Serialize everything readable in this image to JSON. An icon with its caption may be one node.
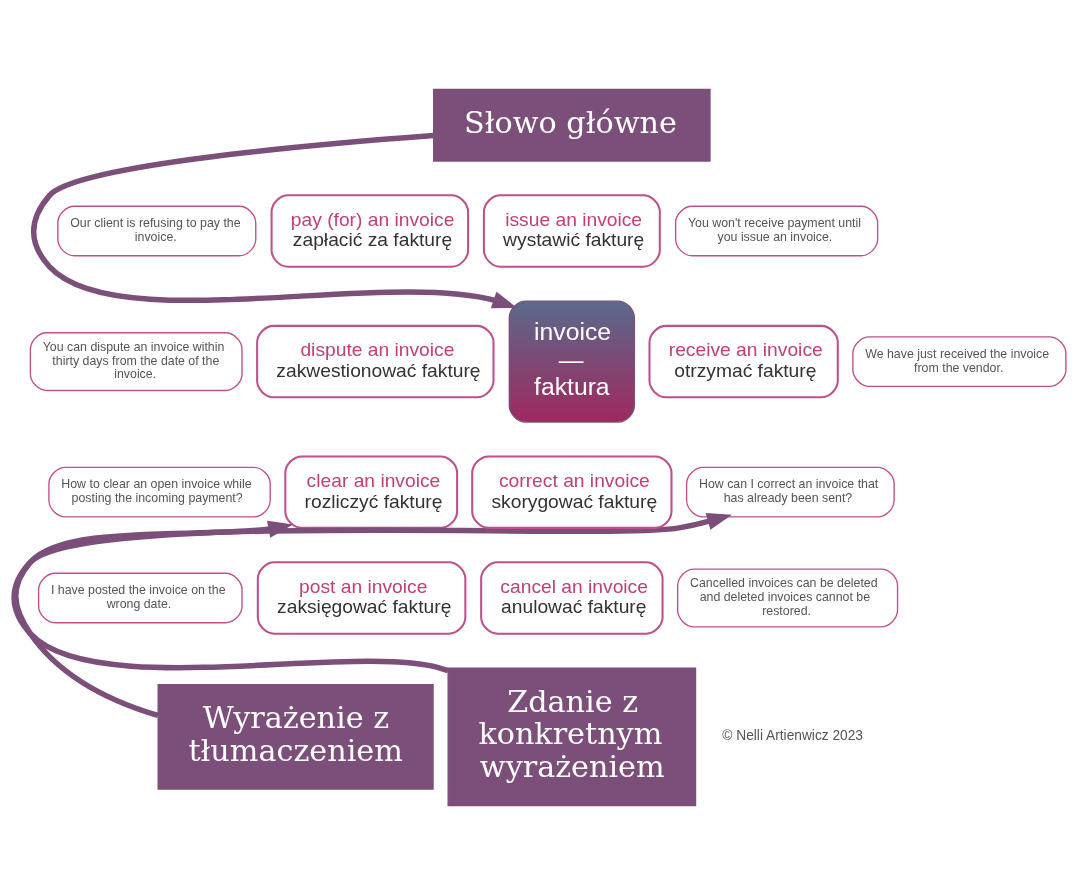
{
  "diagram": {
    "nodes": [
      {
        "text": [
          "Słowo główne"
        ]
      },
      {
        "text": [
          "Wyrażenie z tłumaczeniem"
        ]
      },
      {
        "text": [
          "Zdanie z konkretnym wyrażeniem"
        ]
      },
      {
        "text": [
          "invoice",
          "—",
          "faktura"
        ]
      },
      {
        "text": [
          "Our client is refusing to pay the invoice."
        ]
      },
      {
        "text": [
          "pay (for) an invoice",
          "zapłacić za fakturę"
        ]
      },
      {
        "text": [
          "issue an invoice",
          "wystawić fakturę"
        ]
      },
      {
        "text": [
          "You won't receive payment until you issue an invoice."
        ]
      },
      {
        "text": [
          "You can dispute an invoice within thirty days from the date of the invoice."
        ]
      },
      {
        "text": [
          "dispute an invoice",
          "zakwestionować fakturę"
        ]
      },
      {
        "text": [
          "receive an invoice",
          "otrzymać fakturę"
        ]
      },
      {
        "text": [
          "We have just received the invoice from the vendor."
        ]
      },
      {
        "text": [
          "How to clear an open invoice while posting the incoming payment?"
        ]
      },
      {
        "text": [
          "clear an invoice",
          "rozliczyć fakturę"
        ]
      },
      {
        "text": [
          "correct an invoice",
          "skorygować fakturę"
        ]
      },
      {
        "text": [
          "How can I correct an invoice that has already been sent?"
        ]
      },
      {
        "text": [
          "I have posted the invoice on the wrong date."
        ]
      },
      {
        "text": [
          "post an invoice",
          "zaksięgować fakturę"
        ]
      },
      {
        "text": [
          "cancel an invoice",
          "anulować fakturę"
        ]
      },
      {
        "text": [
          "Cancelled invoices can be deleted and deleted invoices cannot be restored."
        ]
      }
    ],
    "edges": [
      {
        "from": 0,
        "to": 3,
        "arrow": "to"
      },
      {
        "from": 1,
        "to": 13,
        "arrow": "to"
      },
      {
        "from": 2,
        "to": 15,
        "arrow": "to"
      }
    ],
    "labels": [
      "© Nelli Artienwicz 2023"
    ]
  }
}
